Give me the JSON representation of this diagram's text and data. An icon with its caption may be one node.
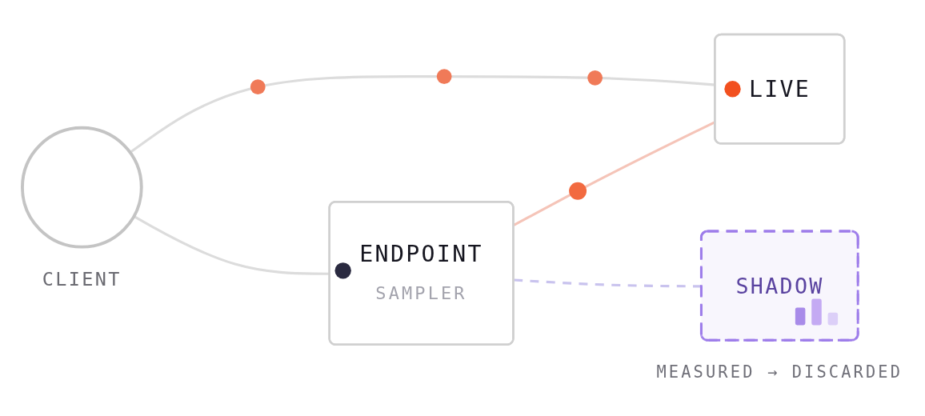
{
  "diagram": {
    "nodes": [
      {
        "text": [
          "CLIENT"
        ]
      },
      {
        "text": [
          "ENDPOINT",
          "SAMPLER"
        ]
      },
      {
        "text": [
          "LIVE"
        ]
      },
      {
        "text": [
          "SHADOW"
        ],
        "beside": [
          "MEASURED → DISCARDED"
        ]
      }
    ],
    "edges": [
      {
        "from": 0,
        "to": 1,
        "arrow": "none"
      },
      {
        "from": 0,
        "to": 2,
        "arrow": "none"
      },
      {
        "from": 1,
        "to": 2,
        "arrow": "none",
        "color": "#f5c4b8"
      },
      {
        "from": 1,
        "to": 3,
        "arrow": "none",
        "style": "dashed",
        "color": "#c9c3ee"
      }
    ]
  }
}
